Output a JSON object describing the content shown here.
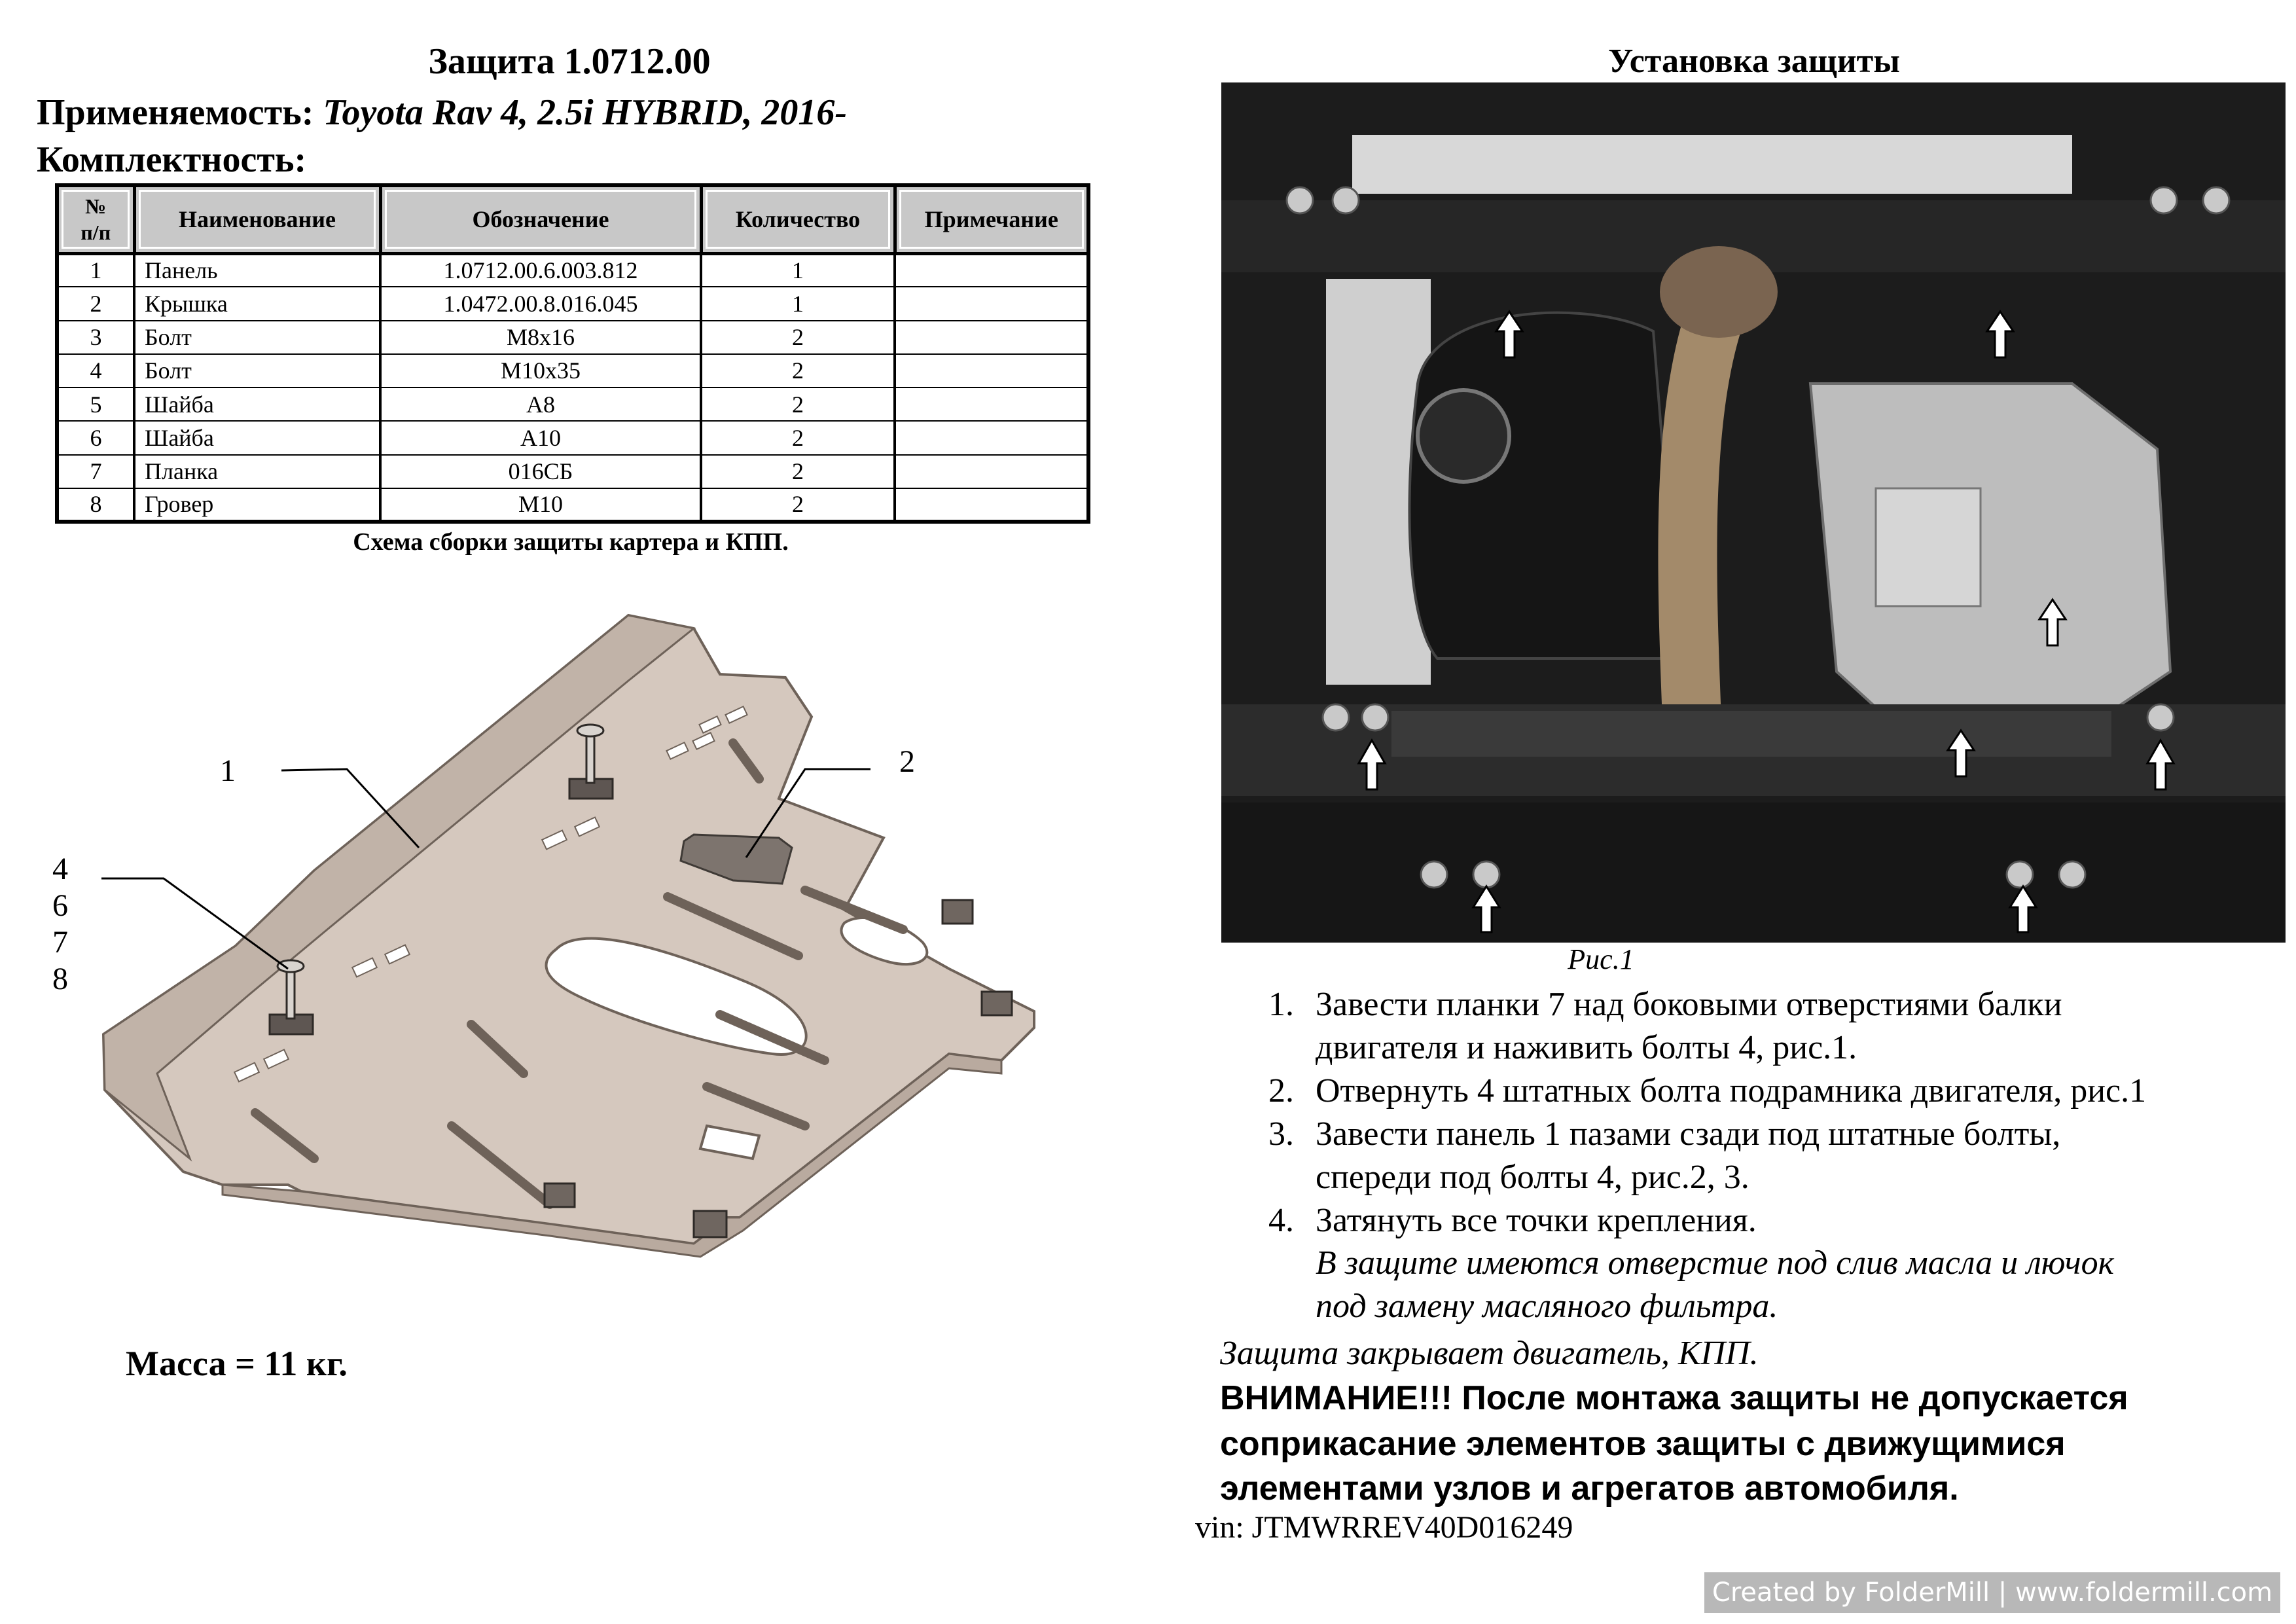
{
  "header": {
    "title": "Защита 1.0712.00",
    "applicability_label": "Применяемость:",
    "applicability_model": "Toyota Rav 4, 2.5i HYBRID, 2016-",
    "kit_label": "Комплектность:"
  },
  "table": {
    "headers": [
      "№\nп/п",
      "Наименование",
      "Обозначение",
      "Количество",
      "Примечание"
    ],
    "rows": [
      {
        "n": "1",
        "name": "Панель",
        "code": "1.0712.00.6.003.812",
        "qty": "1",
        "note": ""
      },
      {
        "n": "2",
        "name": "Крышка",
        "code": "1.0472.00.8.016.045",
        "qty": "1",
        "note": ""
      },
      {
        "n": "3",
        "name": "Болт",
        "code": "M8x16",
        "qty": "2",
        "note": ""
      },
      {
        "n": "4",
        "name": "Болт",
        "code": "M10x35",
        "qty": "2",
        "note": ""
      },
      {
        "n": "5",
        "name": "Шайба",
        "code": "A8",
        "qty": "2",
        "note": ""
      },
      {
        "n": "6",
        "name": "Шайба",
        "code": "A10",
        "qty": "2",
        "note": ""
      },
      {
        "n": "7",
        "name": "Планка",
        "code": "016СБ",
        "qty": "2",
        "note": ""
      },
      {
        "n": "8",
        "name": "Гровер",
        "code": "M10",
        "qty": "2",
        "note": ""
      }
    ]
  },
  "scheme_caption": "Схема сборки защиты картера и КПП.",
  "drawing": {
    "callouts": [
      "1",
      "2",
      "4",
      "6",
      "7",
      "8"
    ],
    "plate_color": "#d2c5bb",
    "edge_color": "#b8a99e"
  },
  "mass": "Масса = 11 кг.",
  "install": {
    "title": "Установка защиты",
    "figure_caption": "Рис.1",
    "steps": [
      {
        "num": "1.",
        "line1": "Завести планки 7 над боковыми отверстиями балки",
        "line2": "двигателя и наживить болты 4, рис.1."
      },
      {
        "num": "2.",
        "line1": "Отвернуть 4 штатных болта подрамника двигателя, рис.1",
        "line2": ""
      },
      {
        "num": "3.",
        "line1": "Завести панель 1 пазами сзади под штатные болты,",
        "line2": "спереди под болты 4, рис.2, 3."
      },
      {
        "num": "4.",
        "line1": "Затянуть все точки крепления.",
        "line2": ""
      }
    ],
    "note_line1": "В защите имеются отверстие под слив масла и лючок",
    "note_line2": "под замену масляного фильтра.",
    "covers": "Защита закрывает двигатель, КПП.",
    "warning_line1": "ВНИМАНИЕ!!! После монтажа защиты не допускается",
    "warning_line2": "соприкасание элементов защиты с движущимися",
    "warning_line3": "элементами узлов и агрегатов автомобиля.",
    "vin": "vin: JTMWRREV40D016249"
  },
  "watermark": "Created by FolderMill | www.foldermill.com"
}
